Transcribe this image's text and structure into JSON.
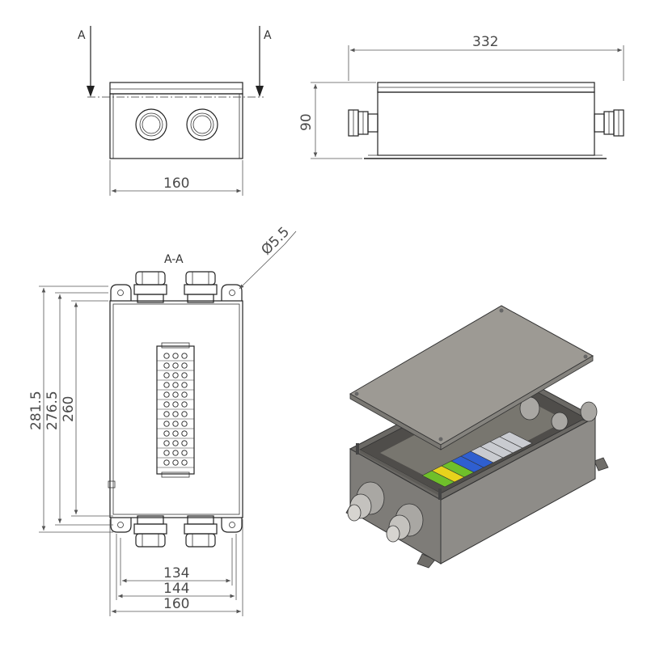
{
  "dimensions": {
    "front_width": "160",
    "side_length": "332",
    "side_height": "90",
    "plan_total_height": "281.5",
    "plan_mid_height": "276.5",
    "plan_inner_height": "260",
    "plan_inner_width": "134",
    "plan_mid_width": "144",
    "plan_total_width": "160",
    "hole_diameter": "Ø5.5"
  },
  "section": {
    "marker_left": "A",
    "marker_right": "A",
    "title": "A-A"
  },
  "colors": {
    "line": "#222222",
    "dimension": "#555555",
    "box_body": "#8c8a86",
    "lid": "#9d9a94",
    "terminal_blue": "#2f5fd0",
    "terminal_green": "#6fbf2a",
    "terminal_yellow": "#e6d21c",
    "terminal_grey": "#c9cbd0"
  }
}
